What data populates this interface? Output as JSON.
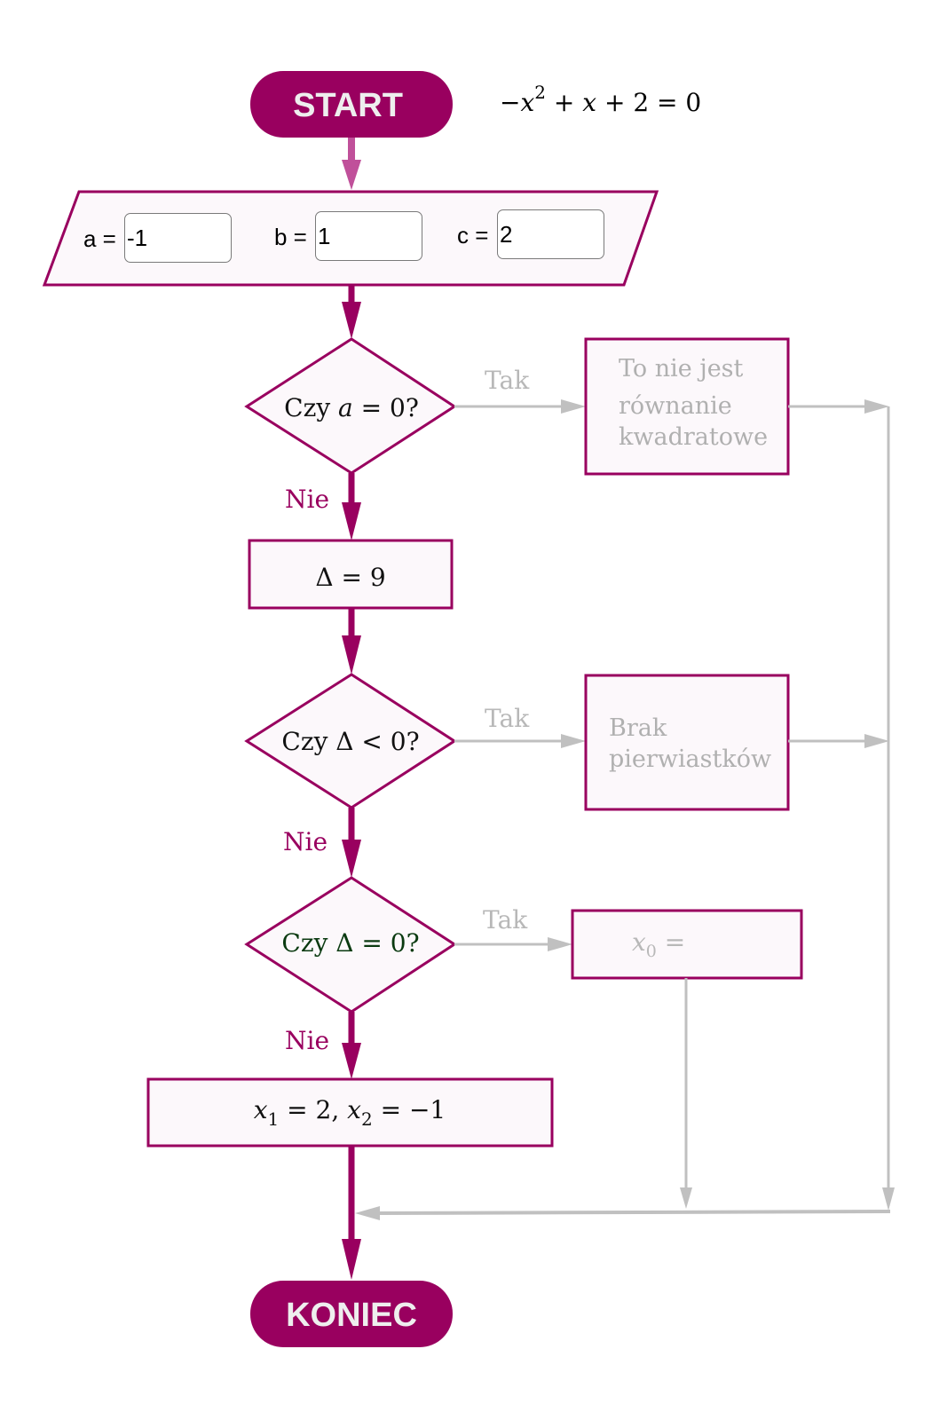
{
  "colors": {
    "accent": "#99005f",
    "accent_light": "#c0509a",
    "inactive": "#c0c0c0",
    "box_fill": "#fcf8fb",
    "terminal_text": "#eeeeee",
    "dark_green_text": "#0a3a10"
  },
  "equation": "−x² + x + 2 = 0",
  "start_label": "START",
  "end_label": "KONIEC",
  "inputs": {
    "a": {
      "label": "a =",
      "value": "-1"
    },
    "b": {
      "label": "b =",
      "value": "1"
    },
    "c": {
      "label": "c =",
      "value": "2"
    }
  },
  "decision1": {
    "text_prefix": "Czy ",
    "var": "a",
    "text_suffix": " = 0?",
    "yes_label": "Tak",
    "no_label": "Nie",
    "yes_box": [
      "To nie jest",
      "równanie",
      "kwadratowe"
    ]
  },
  "delta_box": {
    "symbol": "Δ",
    "text": " =  9"
  },
  "decision2": {
    "text": "Czy Δ < 0?",
    "yes_label": "Tak",
    "no_label": "Nie",
    "yes_box": [
      "Brak",
      "pierwiastków"
    ]
  },
  "decision3": {
    "text": "Czy Δ = 0?",
    "yes_label": "Tak",
    "no_label": "Nie",
    "yes_box": {
      "var": "x",
      "sub": "0",
      "rest": " ="
    }
  },
  "result_box": {
    "x1_var": "x",
    "x1_sub": "1",
    "x1_rest": " = 2,  ",
    "x2_var": "x",
    "x2_sub": "2",
    "x2_rest": " =  −1"
  }
}
